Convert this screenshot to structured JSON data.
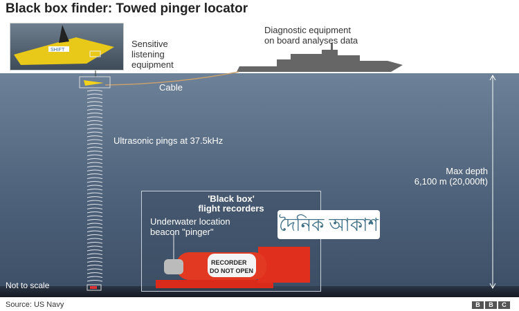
{
  "title": "Black box finder: Towed pinger locator",
  "labels": {
    "sensitive": [
      "Sensitive",
      "listening",
      "equipment"
    ],
    "diagnostic": [
      "Diagnostic equipment",
      "on board analyses data"
    ],
    "cable": "Cable",
    "pings": "Ultrasonic pings at 37.5kHz",
    "depth": [
      "Max depth",
      "6,100 m (20,000ft)"
    ],
    "not_to_scale": "Not to scale",
    "blackbox": [
      "'Black box'",
      "flight recorders"
    ],
    "beacon": [
      "Underwater location",
      "beacon \"pinger\""
    ],
    "recorder": [
      "RECORDER",
      "DO NOT OPEN"
    ],
    "locator_sticker": "SHIFT"
  },
  "watermark": "দৈনিক আকাশ",
  "source": "Source: US Navy",
  "logo": [
    "B",
    "B",
    "C"
  ]
}
